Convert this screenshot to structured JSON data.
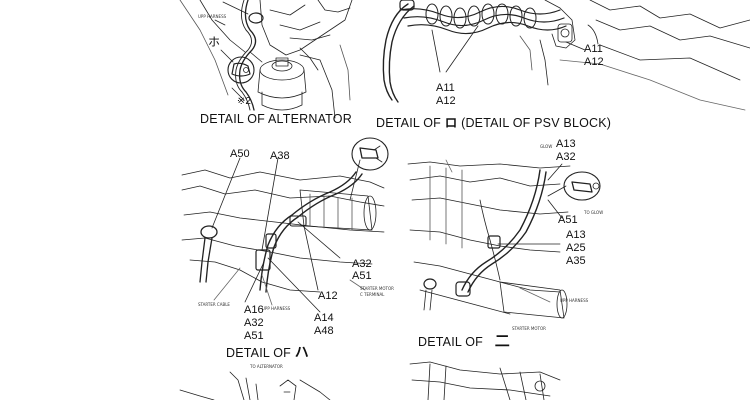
{
  "detail_alternator": {
    "caption": "DETAIL OF ALTERNATOR",
    "mark_ho": "ホ",
    "note_ref": "※2",
    "harness_label": "UPP HARNESS"
  },
  "detail_ro": {
    "caption_prefix": "DETAIL OF",
    "caption_mark": "ロ",
    "caption_suffix": "(DETAIL OF PSV BLOCK)",
    "label_right": [
      "A11",
      "A12"
    ],
    "label_center": [
      "A11",
      "A12"
    ]
  },
  "detail_ha": {
    "caption_prefix": "DETAIL OF",
    "caption_mark": "ハ",
    "labels": {
      "a50": "A50",
      "a38": "A38",
      "a32_a51": [
        "A32",
        "A51"
      ],
      "a12": "A12",
      "a16_group": [
        "A16",
        "A32",
        "A51"
      ],
      "a14_group": [
        "A14",
        "A48"
      ]
    },
    "tiny": {
      "starter_cable": "STARTER CABLE",
      "upp_harness": "UPP HARNESS",
      "starter_motor": "STARTER MOTOR",
      "terminal": "C TERMINAL"
    }
  },
  "detail_ni": {
    "caption_prefix": "DETAIL OF",
    "caption_mark": "二",
    "labels": {
      "top_group": [
        "A13",
        "A32"
      ],
      "a51": "A51",
      "mid_group": [
        "A13",
        "A25",
        "A35"
      ]
    },
    "tiny": {
      "gm": "GLOW",
      "to_glow": "TO GLOW",
      "upp_harness": "UPP HARNESS",
      "starter_motor": "STARTER MOTOR"
    }
  },
  "bottom_left": {
    "tiny_alternator": "TO ALTERNATOR"
  },
  "icons": {
    "connector": "connector-icon",
    "clamp": "clamp-icon"
  }
}
